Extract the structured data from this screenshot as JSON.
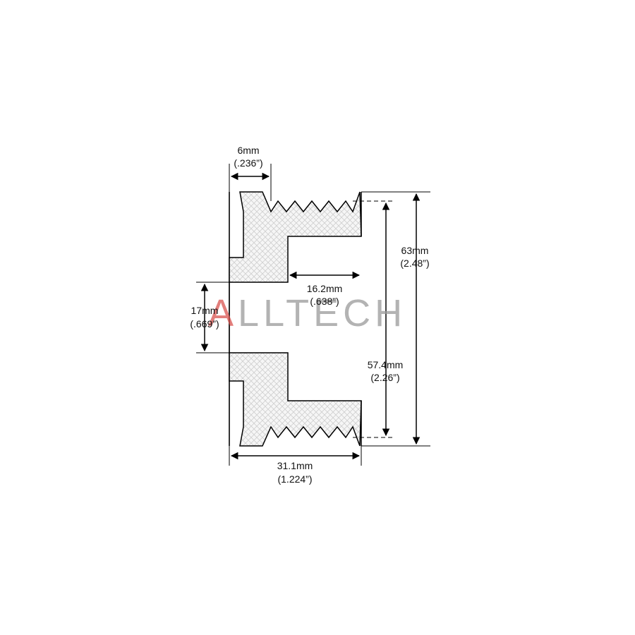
{
  "diagram": {
    "dimensions": {
      "groove_width": {
        "mm": "6mm",
        "in": "(.236”)"
      },
      "outer_diameter": {
        "mm": "63mm",
        "in": "(2.48”)"
      },
      "inner_depth": {
        "mm": "16.2mm",
        "in": "(.638”)"
      },
      "bore": {
        "mm": "17mm",
        "in": "(.669”)"
      },
      "rib_diameter": {
        "mm": "57.4mm",
        "in": "(2.26”)"
      },
      "overall_length": {
        "mm": "31.1mm",
        "in": "(1.224”)"
      }
    },
    "watermark": {
      "text": "ALLTECH",
      "accent_color": "#d9534f",
      "main_color": "#9a9a9a"
    }
  }
}
